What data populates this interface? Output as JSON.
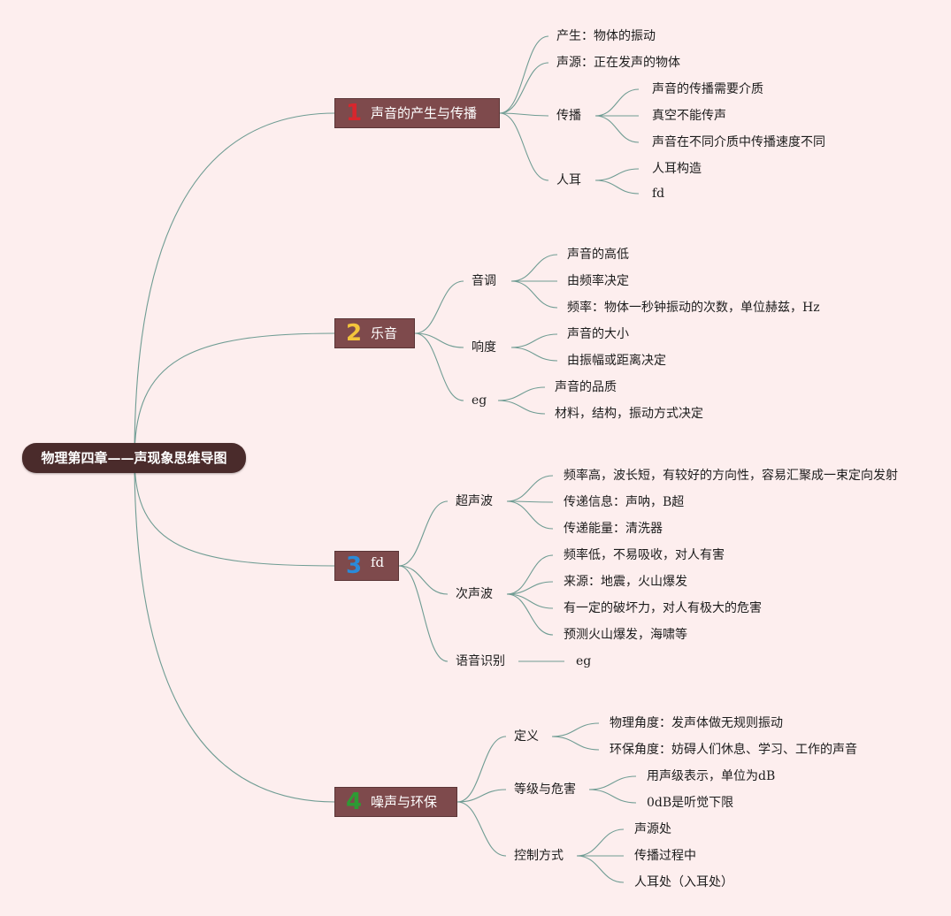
{
  "root": {
    "label": "物理第四章——声现象思维导图"
  },
  "branches": [
    {
      "number": "1",
      "number_color": "#d8262d",
      "label": "声音的产生与传播",
      "children": [
        {
          "label": "产生：物体的振动"
        },
        {
          "label": "声源：正在发声的物体"
        },
        {
          "label": "传播",
          "children": [
            "声音的传播需要介质",
            "真空不能传声",
            "声音在不同介质中传播速度不同"
          ]
        },
        {
          "label": "人耳",
          "children": [
            "人耳构造",
            "fd"
          ]
        }
      ]
    },
    {
      "number": "2",
      "number_color": "#f3c53b",
      "label": "乐音",
      "children": [
        {
          "label": "音调",
          "children": [
            "声音的高低",
            "由频率决定",
            "频率：物体一秒钟振动的次数，单位赫兹，Hz"
          ]
        },
        {
          "label": "响度",
          "children": [
            "声音的大小",
            "由振幅或距离决定"
          ]
        },
        {
          "label": "eg",
          "children": [
            "声音的品质",
            "材料，结构，振动方式决定"
          ]
        }
      ]
    },
    {
      "number": "3",
      "number_color": "#2a8ad8",
      "label": "fd",
      "children": [
        {
          "label": "超声波",
          "children": [
            "频率高，波长短，有较好的方向性，容易汇聚成一束定向发射",
            "传递信息：声呐，B超",
            "传递能量：清洗器"
          ]
        },
        {
          "label": "次声波",
          "children": [
            "频率低，不易吸收，对人有害",
            "来源：地震，火山爆发",
            "有一定的破坏力，对人有极大的危害",
            "预测火山爆发，海啸等"
          ]
        },
        {
          "label": "语音识别",
          "children": [
            "eg"
          ]
        }
      ]
    },
    {
      "number": "4",
      "number_color": "#2e9a34",
      "label": "噪声与环保",
      "children": [
        {
          "label": "定义",
          "children": [
            "物理角度：发声体做无规则振动",
            "环保角度：妨碍人们休息、学习、工作的声音"
          ]
        },
        {
          "label": "等级与危害",
          "children": [
            "用声级表示，单位为dB",
            "0dB是听觉下限"
          ]
        },
        {
          "label": "控制方式",
          "children": [
            "声源处",
            "传播过程中",
            "人耳处（入耳处）"
          ]
        }
      ]
    }
  ],
  "colors": {
    "background": "#fdeeee",
    "connector": "#6f9c93",
    "root_fill": "#4a2b2b",
    "branch_fill": "#7e4a4c"
  }
}
